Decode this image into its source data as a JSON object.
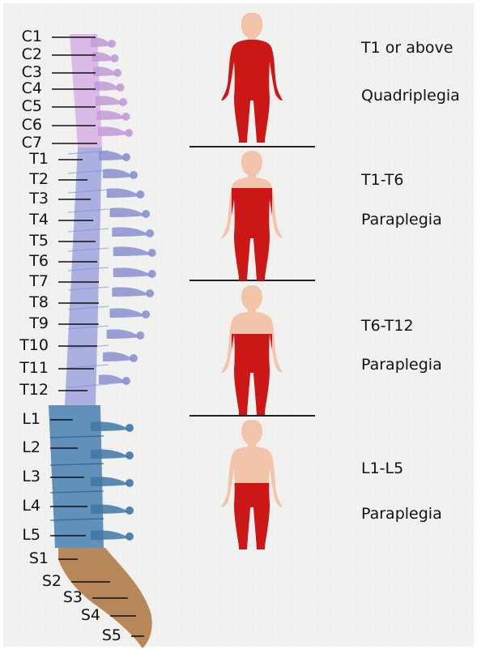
{
  "vertebrae": {
    "cervical": [
      "C1",
      "C2",
      "C3",
      "C4",
      "C5",
      "C6",
      "C7"
    ],
    "thoracic": [
      "T1",
      "T2",
      "T3",
      "T4",
      "T5",
      "T6",
      "T7",
      "T8",
      "T9",
      "T10",
      "T11",
      "T12"
    ],
    "lumbar": [
      "L1",
      "L2",
      "L3",
      "L4",
      "L5"
    ],
    "sacral": [
      "S1",
      "S2",
      "S3",
      "S4",
      "S5"
    ]
  },
  "zones": [
    {
      "level": "T1 or above",
      "condition": "Quadriplegia"
    },
    {
      "level": "T1-T6",
      "condition": "Paraplegia"
    },
    {
      "level": "T6-T12",
      "condition": "Paraplegia"
    },
    {
      "level": "L1-L5",
      "condition": "Paraplegia"
    }
  ],
  "colors": {
    "cervical": "#d8b4e6",
    "thoracic": "#a3a8df",
    "lumbar": "#4f86b4",
    "sacral": "#b8875a",
    "paralysis": "#cc1717",
    "skin": "#f2c4aa",
    "divider": "#222222"
  }
}
